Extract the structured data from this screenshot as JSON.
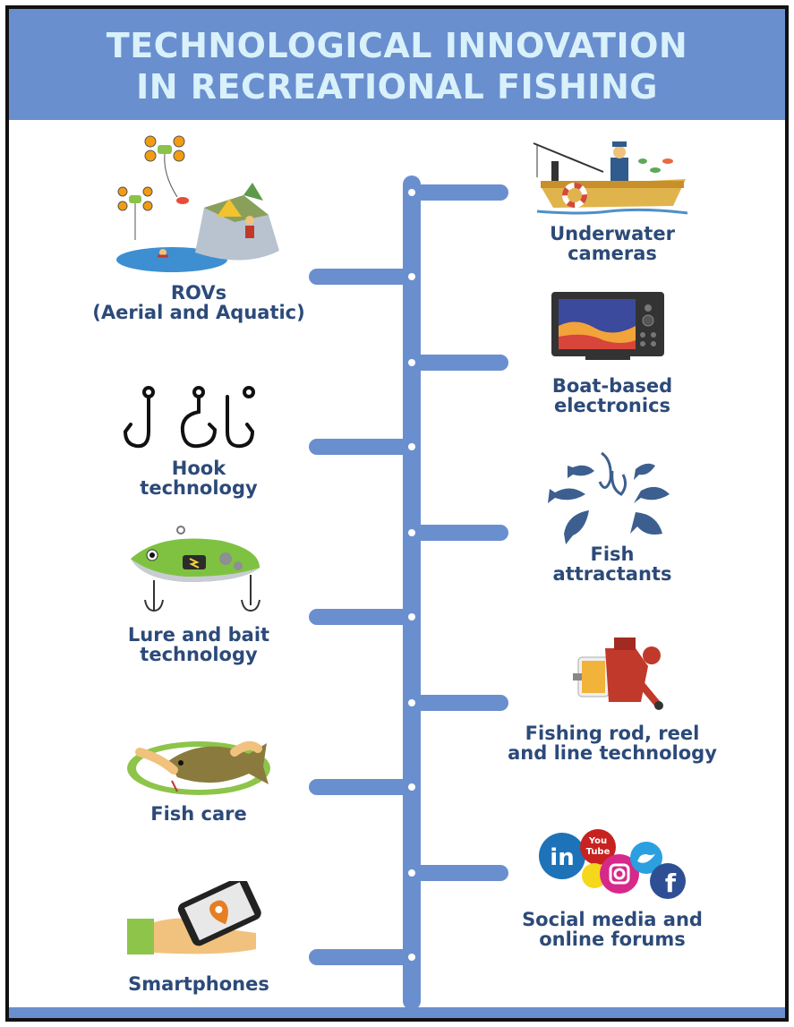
{
  "title": {
    "line1": "TECHNOLOGICAL INNOVATION",
    "line2": "IN RECREATIONAL FISHING"
  },
  "left_items": [
    {
      "line1": "ROVs",
      "line2": "(Aerial and Aquatic)",
      "icon": "drone-rov-icon"
    },
    {
      "line1": "Hook",
      "line2": "technology",
      "icon": "fishing-hooks-icon"
    },
    {
      "line1": "Lure and bait",
      "line2": "technology",
      "icon": "fishing-lure-icon"
    },
    {
      "line1": "Fish care",
      "line2": "",
      "icon": "fish-care-icon"
    },
    {
      "line1": "Smartphones",
      "line2": "",
      "icon": "smartphone-icon"
    }
  ],
  "right_items": [
    {
      "line1": "Underwater",
      "line2": "cameras",
      "icon": "fishing-boat-camera-icon"
    },
    {
      "line1": "Boat-based",
      "line2": "electronics",
      "icon": "fish-finder-screen-icon"
    },
    {
      "line1": "Fish",
      "line2": "attractants",
      "icon": "fish-attractant-icon"
    },
    {
      "line1": "Fishing rod, reel",
      "line2": "and line technology",
      "icon": "spinning-reel-icon"
    },
    {
      "line1": "Social media and",
      "line2": "online forums",
      "icon": "social-media-icons"
    }
  ],
  "social_icon_letters": {
    "linkedin": "in",
    "youtube_top": "You",
    "youtube_bottom": "Tube",
    "facebook": "f"
  },
  "colors": {
    "header": "#6a8fcf",
    "title_text": "#d9f1fb",
    "label_text": "#2c4a79",
    "spine": "#6a8fcf"
  }
}
